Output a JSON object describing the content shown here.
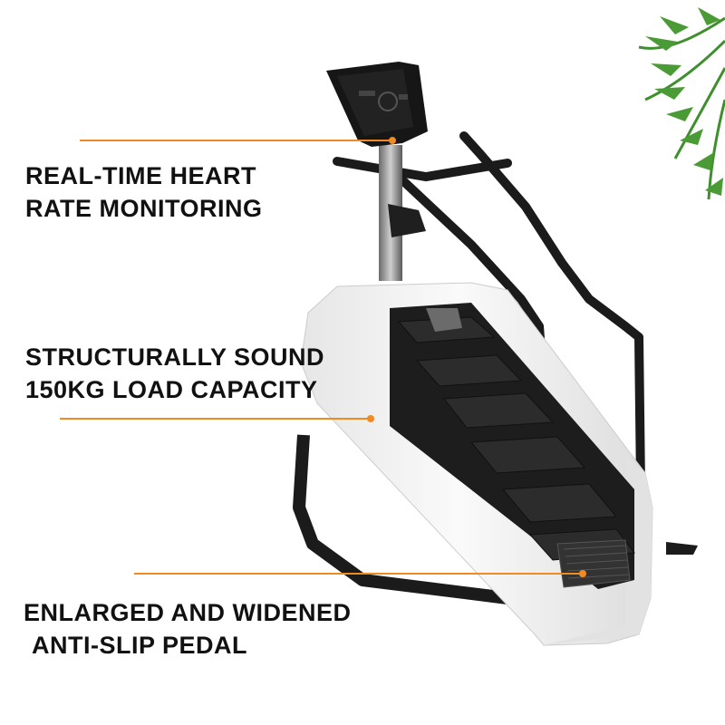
{
  "features": [
    {
      "line1": "REAL-TIME HEART",
      "line2": "RATE MONITORING"
    },
    {
      "line1": "STRUCTURALLY SOUND",
      "line2": "150KG LOAD CAPACITY"
    },
    {
      "line1": "ENLARGED AND WIDENED",
      "line2": "ANTI-SLIP PEDAL"
    }
  ],
  "colors": {
    "accent": "#f08a24",
    "background": "#ffffff",
    "machine_body": "#f4f4f4",
    "machine_frame": "#1b1b1b",
    "text": "#111111",
    "leaf": "#3f8f2e"
  }
}
